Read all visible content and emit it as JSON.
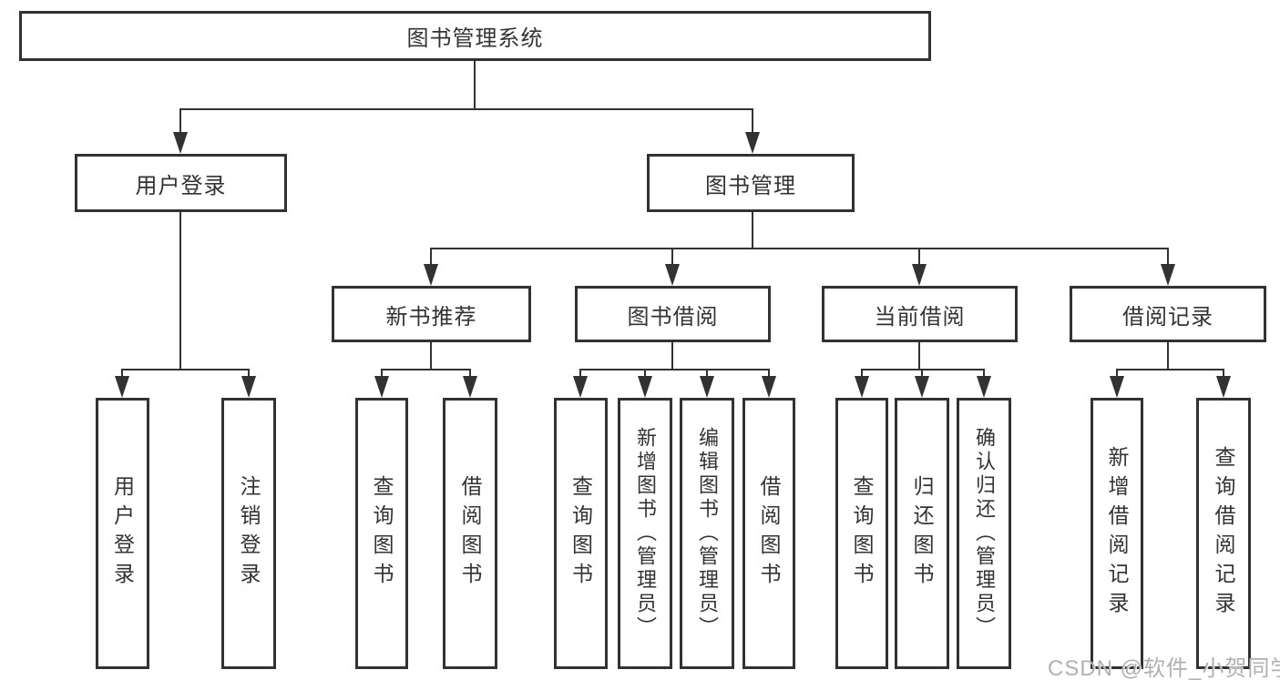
{
  "tree": {
    "root": {
      "label": "图书管理系统",
      "children": [
        {
          "label": "用户登录",
          "children": [
            {
              "label": "用户登录"
            },
            {
              "label": "注销登录"
            }
          ]
        },
        {
          "label": "图书管理",
          "children": [
            {
              "label": "新书推荐",
              "children": [
                {
                  "label": "查询图书"
                },
                {
                  "label": "借阅图书"
                }
              ]
            },
            {
              "label": "图书借阅",
              "children": [
                {
                  "label": "查询图书"
                },
                {
                  "label": "新增图书（管理员）"
                },
                {
                  "label": "编辑图书（管理员）"
                },
                {
                  "label": "借阅图书"
                }
              ]
            },
            {
              "label": "当前借阅",
              "children": [
                {
                  "label": "查询图书"
                },
                {
                  "label": "归还图书"
                },
                {
                  "label": "确认归还（管理员）"
                }
              ]
            },
            {
              "label": "借阅记录",
              "children": [
                {
                  "label": "新增借阅记录"
                },
                {
                  "label": "查询借阅记录"
                }
              ]
            }
          ]
        }
      ]
    }
  },
  "watermark": {
    "text": "CSDN @软件_小贺同学"
  },
  "colors": {
    "line": "#323232",
    "box_border": "#323232",
    "text": "#333333",
    "watermark": "#b0b0b0",
    "background": "#ffffff"
  }
}
